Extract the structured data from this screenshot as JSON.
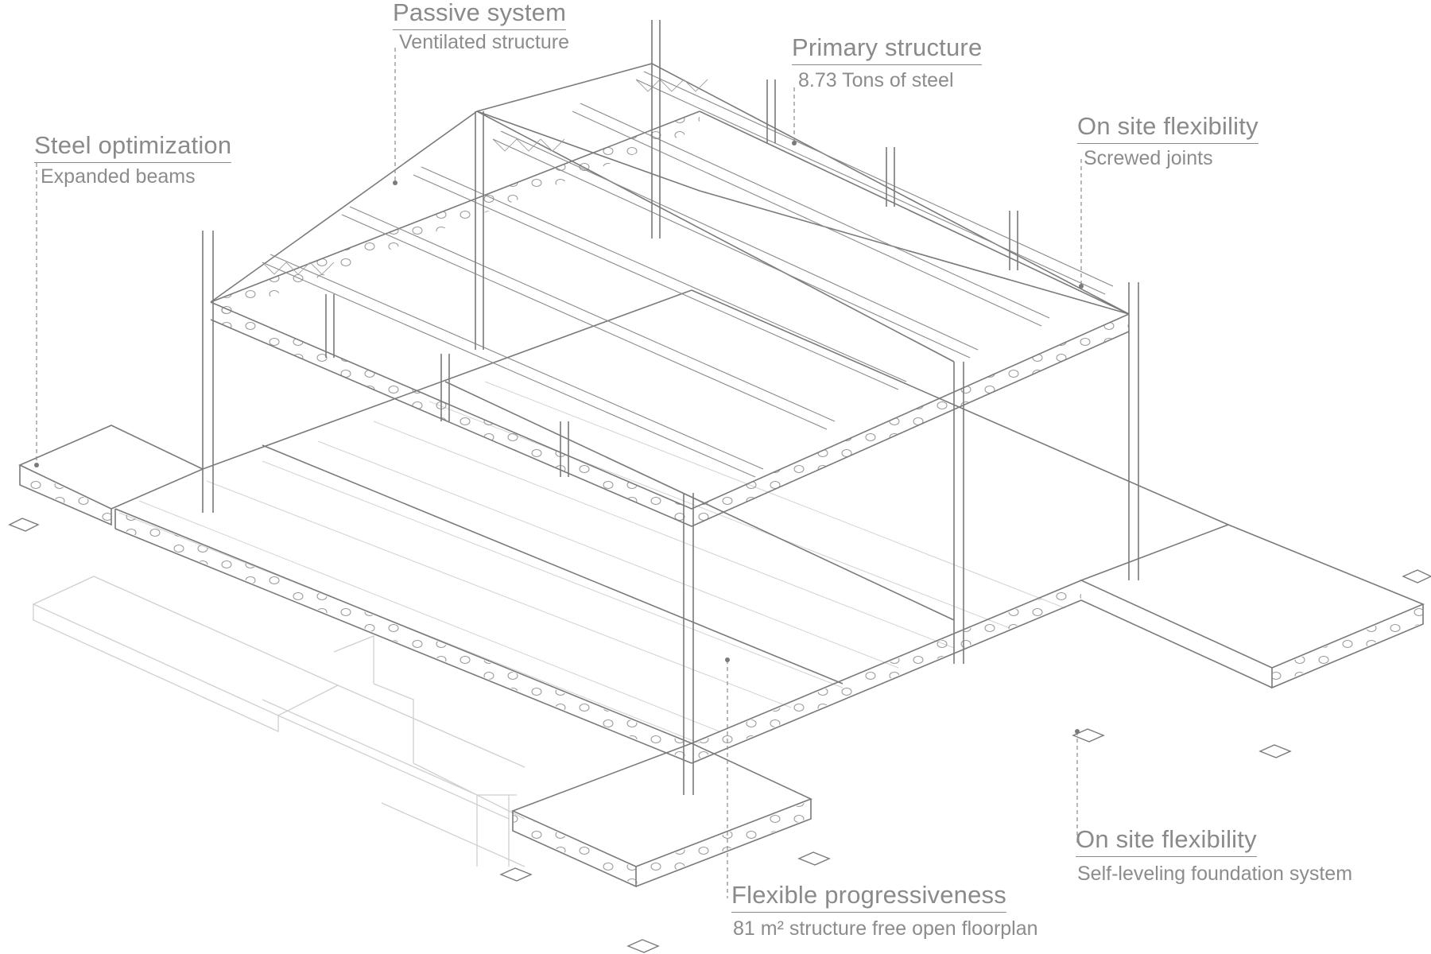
{
  "annotations": [
    {
      "id": "passive-system",
      "title": "Passive system",
      "subtitle": "Ventilated structure"
    },
    {
      "id": "primary-structure",
      "title": "Primary structure",
      "subtitle": "8.73 Tons of steel"
    },
    {
      "id": "steel-optimization",
      "title": "Steel optimization",
      "subtitle": "Expanded beams"
    },
    {
      "id": "on-site-flexibility-joints",
      "title": "On site flexibility",
      "subtitle": "Screwed joints"
    },
    {
      "id": "on-site-flexibility-foundation",
      "title": "On site flexibility",
      "subtitle": "Self-leveling foundation system"
    },
    {
      "id": "flexible-progressiveness",
      "title": "Flexible progressiveness",
      "subtitle": "81 m² structure free open floorplan"
    }
  ],
  "colors": {
    "line": "#7a7a7a",
    "line_light": "#bdbdbd",
    "text": "#8a8a8a"
  }
}
